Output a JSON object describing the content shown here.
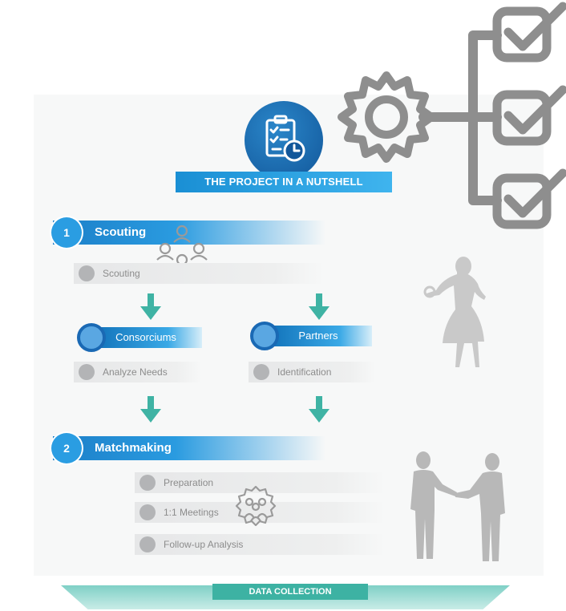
{
  "header": {
    "title": "THE PROJECT IN A NUTSHELL"
  },
  "step1": {
    "number": "1",
    "title": "Scouting",
    "row": "Scouting",
    "branches": [
      {
        "title": "Consorciums",
        "row": "Analyze Needs"
      },
      {
        "title": "Partners",
        "row": "Identification"
      }
    ]
  },
  "step2": {
    "number": "2",
    "title": "Matchmaking",
    "rows": [
      "Preparation",
      "1:1 Meetings",
      "Follow-up Analysis"
    ]
  },
  "footer": {
    "label": "DATA COLLECTION"
  },
  "icons": [
    "checklist-clock-icon",
    "gear-icon",
    "checkbox-icon",
    "team-icon",
    "group-gear-icon",
    "woman-magnifier-icon",
    "handshake-icon",
    "down-arrow-icon"
  ],
  "colors": {
    "blue": "#1c7fc8",
    "light_blue": "#2a9de2",
    "teal": "#3db2a3",
    "gray": "#b3b4b6",
    "icon_gray": "#8e8e8e"
  }
}
